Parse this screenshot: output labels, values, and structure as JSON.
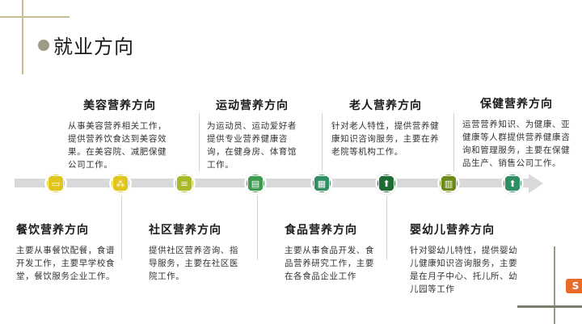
{
  "title": "就业方向",
  "colors": {
    "yellow": "#e2c51a",
    "lime": "#aab92a",
    "green_mid": "#3d9b4f",
    "teal": "#2f8e62",
    "green_dark": "#1e6b34",
    "olive": "#6d8a1d"
  },
  "top_items": [
    {
      "heading": "美容营养方向",
      "text": "从事美容营养相关工作，提供营养饮食达到美容效果。在美容院、减肥保健公司工作。"
    },
    {
      "heading": "运动营养方向",
      "text": "为运动员、运动爱好者提供专业营养健康咨询，在健身房、体育馆工作。"
    },
    {
      "heading": "老人营养方向",
      "text": "针对老人特性，提供营养健康知识咨询服务，主要在养老院等机构工作。"
    },
    {
      "heading": "保健营养方向",
      "text": "运营营养知识、为健康、亚健康等人群提供营养健康咨询和管理服务，主要在保健品生产、销售公司工作。"
    }
  ],
  "bottom_items": [
    {
      "heading": "餐饮营养方向",
      "text": "主要从事餐饮配餐，食谱开发工作，主要早学校食堂，餐饮服务企业工作。"
    },
    {
      "heading": "社区营养方向",
      "text": "提供社区营养咨询、指导服务，主要在社区医院工作。"
    },
    {
      "heading": "食品营养方向",
      "text": "主要从事食品开发、食品营养研究工作，主要在各食品企业工作"
    },
    {
      "heading": "婴幼儿营养方向",
      "text": "针对婴幼儿特性，提供婴幼儿健康知识咨询服务，主要是在月子中心、托儿所、幼儿园等工作"
    }
  ],
  "nodes": [
    {
      "icon": "monitor-icon",
      "glyph": "▭",
      "color": "#e2c51a"
    },
    {
      "icon": "people-icon",
      "glyph": "⁂",
      "color": "#e2c51a"
    },
    {
      "icon": "database-icon",
      "glyph": "≡",
      "color": "#aab92a"
    },
    {
      "icon": "document-icon",
      "glyph": "▤",
      "color": "#3d9b4f"
    },
    {
      "icon": "building-icon",
      "glyph": "▦",
      "color": "#2f8e62"
    },
    {
      "icon": "box-icon",
      "glyph": "⬆",
      "color": "#1e6b34"
    },
    {
      "icon": "factory-icon",
      "glyph": "▥",
      "color": "#6d8a1d"
    },
    {
      "icon": "upload-icon",
      "glyph": "⬆",
      "color": "#2f8e62"
    }
  ],
  "logo_text": "S"
}
